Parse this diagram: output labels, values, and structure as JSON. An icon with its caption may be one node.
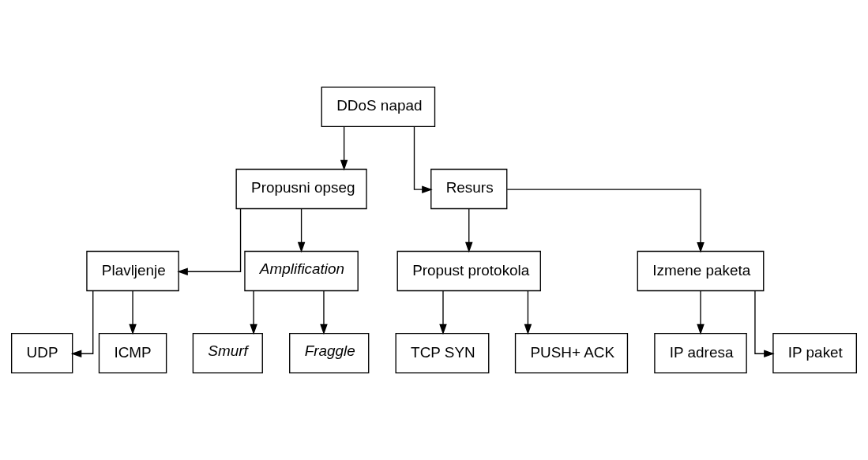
{
  "diagram": {
    "nodes": [
      {
        "text": [
          "DDoS napad"
        ]
      },
      {
        "text": [
          "Propusni opseg"
        ]
      },
      {
        "text": [
          "Resurs"
        ]
      },
      {
        "text": [
          "Plavljenje"
        ]
      },
      {
        "text": [
          "Amplification"
        ]
      },
      {
        "text": [
          "Propust protokola"
        ]
      },
      {
        "text": [
          "Izmene paketa"
        ]
      },
      {
        "text": [
          "UDP"
        ]
      },
      {
        "text": [
          "ICMP"
        ]
      },
      {
        "text": [
          "Smurf"
        ]
      },
      {
        "text": [
          "Fraggle"
        ]
      },
      {
        "text": [
          "TCP SYN"
        ]
      },
      {
        "text": [
          "PUSH+ ACK"
        ]
      },
      {
        "text": [
          "IP adresa"
        ]
      },
      {
        "text": [
          "IP paket"
        ]
      }
    ],
    "edges": [
      {
        "from": 0,
        "to": 1,
        "arrow": "to"
      },
      {
        "from": 0,
        "to": 2,
        "arrow": "to"
      },
      {
        "from": 1,
        "to": 3,
        "arrow": "to"
      },
      {
        "from": 1,
        "to": 4,
        "arrow": "to"
      },
      {
        "from": 2,
        "to": 5,
        "arrow": "to"
      },
      {
        "from": 2,
        "to": 6,
        "arrow": "to"
      },
      {
        "from": 3,
        "to": 7,
        "arrow": "to"
      },
      {
        "from": 3,
        "to": 8,
        "arrow": "to"
      },
      {
        "from": 4,
        "to": 9,
        "arrow": "to"
      },
      {
        "from": 4,
        "to": 10,
        "arrow": "to"
      },
      {
        "from": 5,
        "to": 11,
        "arrow": "to"
      },
      {
        "from": 5,
        "to": 12,
        "arrow": "to"
      },
      {
        "from": 6,
        "to": 13,
        "arrow": "to"
      },
      {
        "from": 6,
        "to": 14,
        "arrow": "to"
      }
    ]
  }
}
